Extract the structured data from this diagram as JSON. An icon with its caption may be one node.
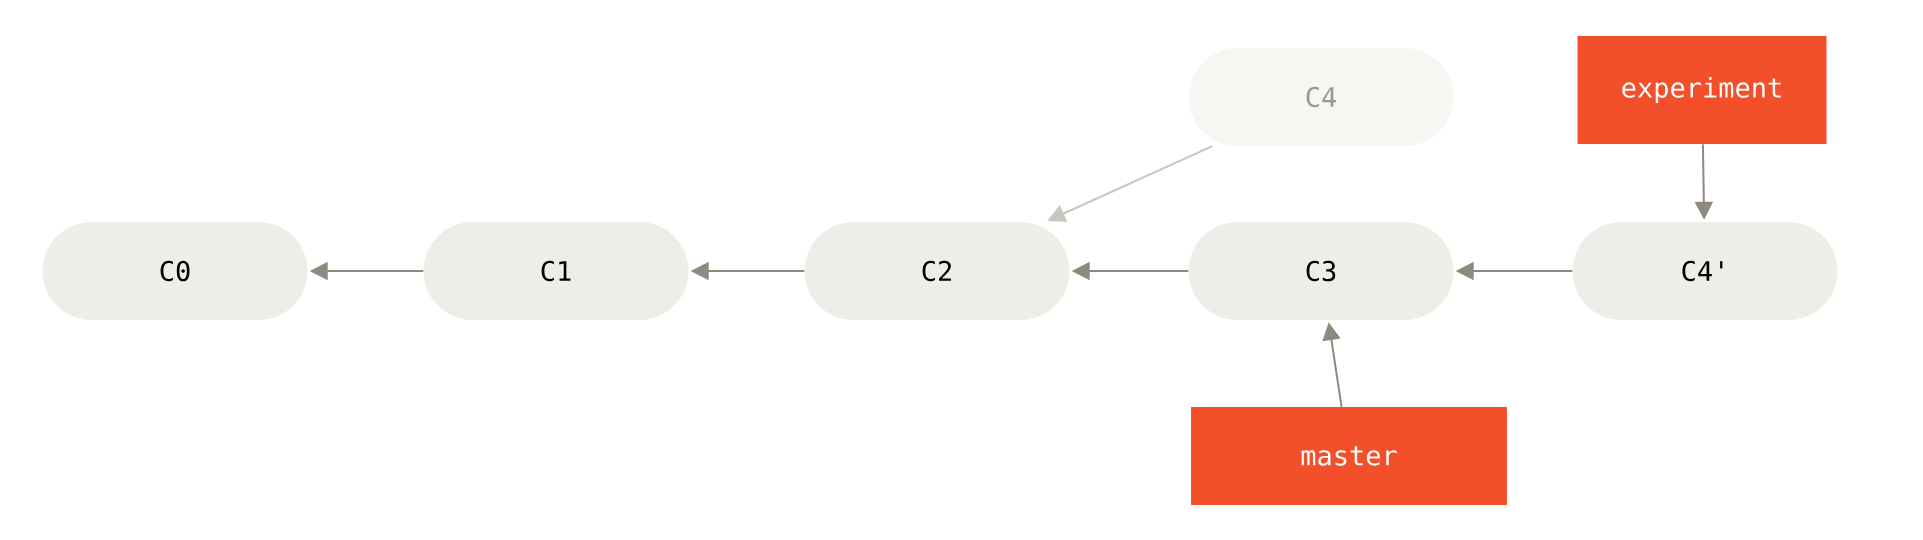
{
  "diagram": {
    "nodes": [
      {
        "text": [
          "C0"
        ]
      },
      {
        "text": [
          "C1"
        ]
      },
      {
        "text": [
          "C2"
        ]
      },
      {
        "text": [
          "C4"
        ]
      },
      {
        "text": [
          "experiment"
        ]
      },
      {
        "text": [
          "C3"
        ]
      },
      {
        "text": [
          "C4'"
        ]
      },
      {
        "text": [
          "master"
        ]
      }
    ],
    "edges": [
      {
        "from": 1,
        "to": 0,
        "arrow": "to"
      },
      {
        "from": 2,
        "to": 1,
        "arrow": "to"
      },
      {
        "from": 5,
        "to": 2,
        "arrow": "to"
      },
      {
        "from": 3,
        "to": 2,
        "arrow": "to",
        "color": "#c8c6c0"
      },
      {
        "from": 6,
        "to": 5,
        "arrow": "to"
      },
      {
        "from": 4,
        "to": 6,
        "arrow": "to"
      },
      {
        "from": 7,
        "to": 5,
        "arrow": "to"
      }
    ]
  }
}
